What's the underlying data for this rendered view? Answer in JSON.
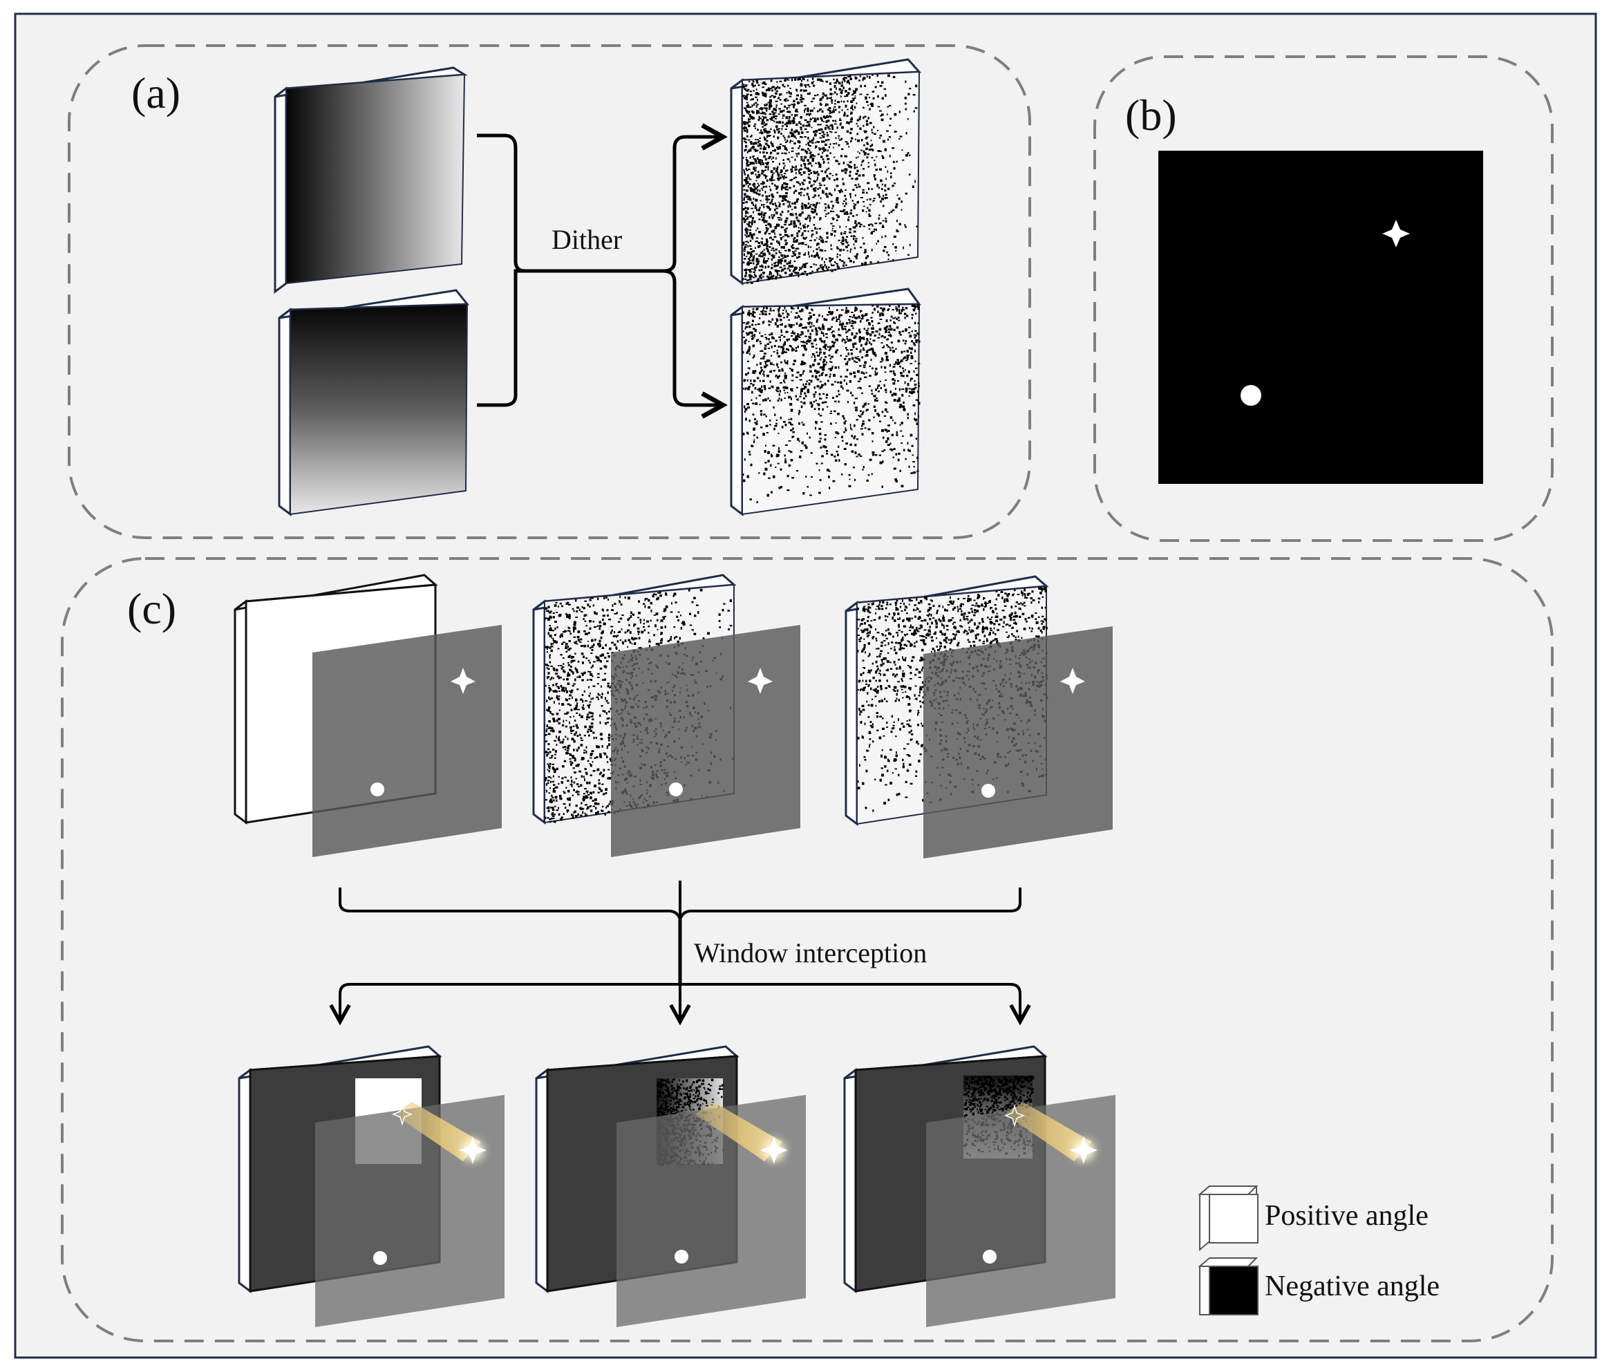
{
  "panels": {
    "a": {
      "label": "(a)",
      "process_label": "Dither"
    },
    "b": {
      "label": "(b)"
    },
    "c": {
      "label": "(c)",
      "process_label": "Window interception"
    }
  },
  "legend": {
    "positive_label": "Positive angle",
    "negative_label": "Negative angle"
  },
  "colors": {
    "background": "#f2f2f2",
    "outer_border": "#1f2d4a",
    "dashed_border": "#7f7f7f",
    "slab_edge": "#1f2d4a",
    "target_plane": "#595959",
    "beam": "#e6c778"
  },
  "icons": {
    "target_star": "four-point-star-icon",
    "target_dot": "circle-dot-icon"
  }
}
